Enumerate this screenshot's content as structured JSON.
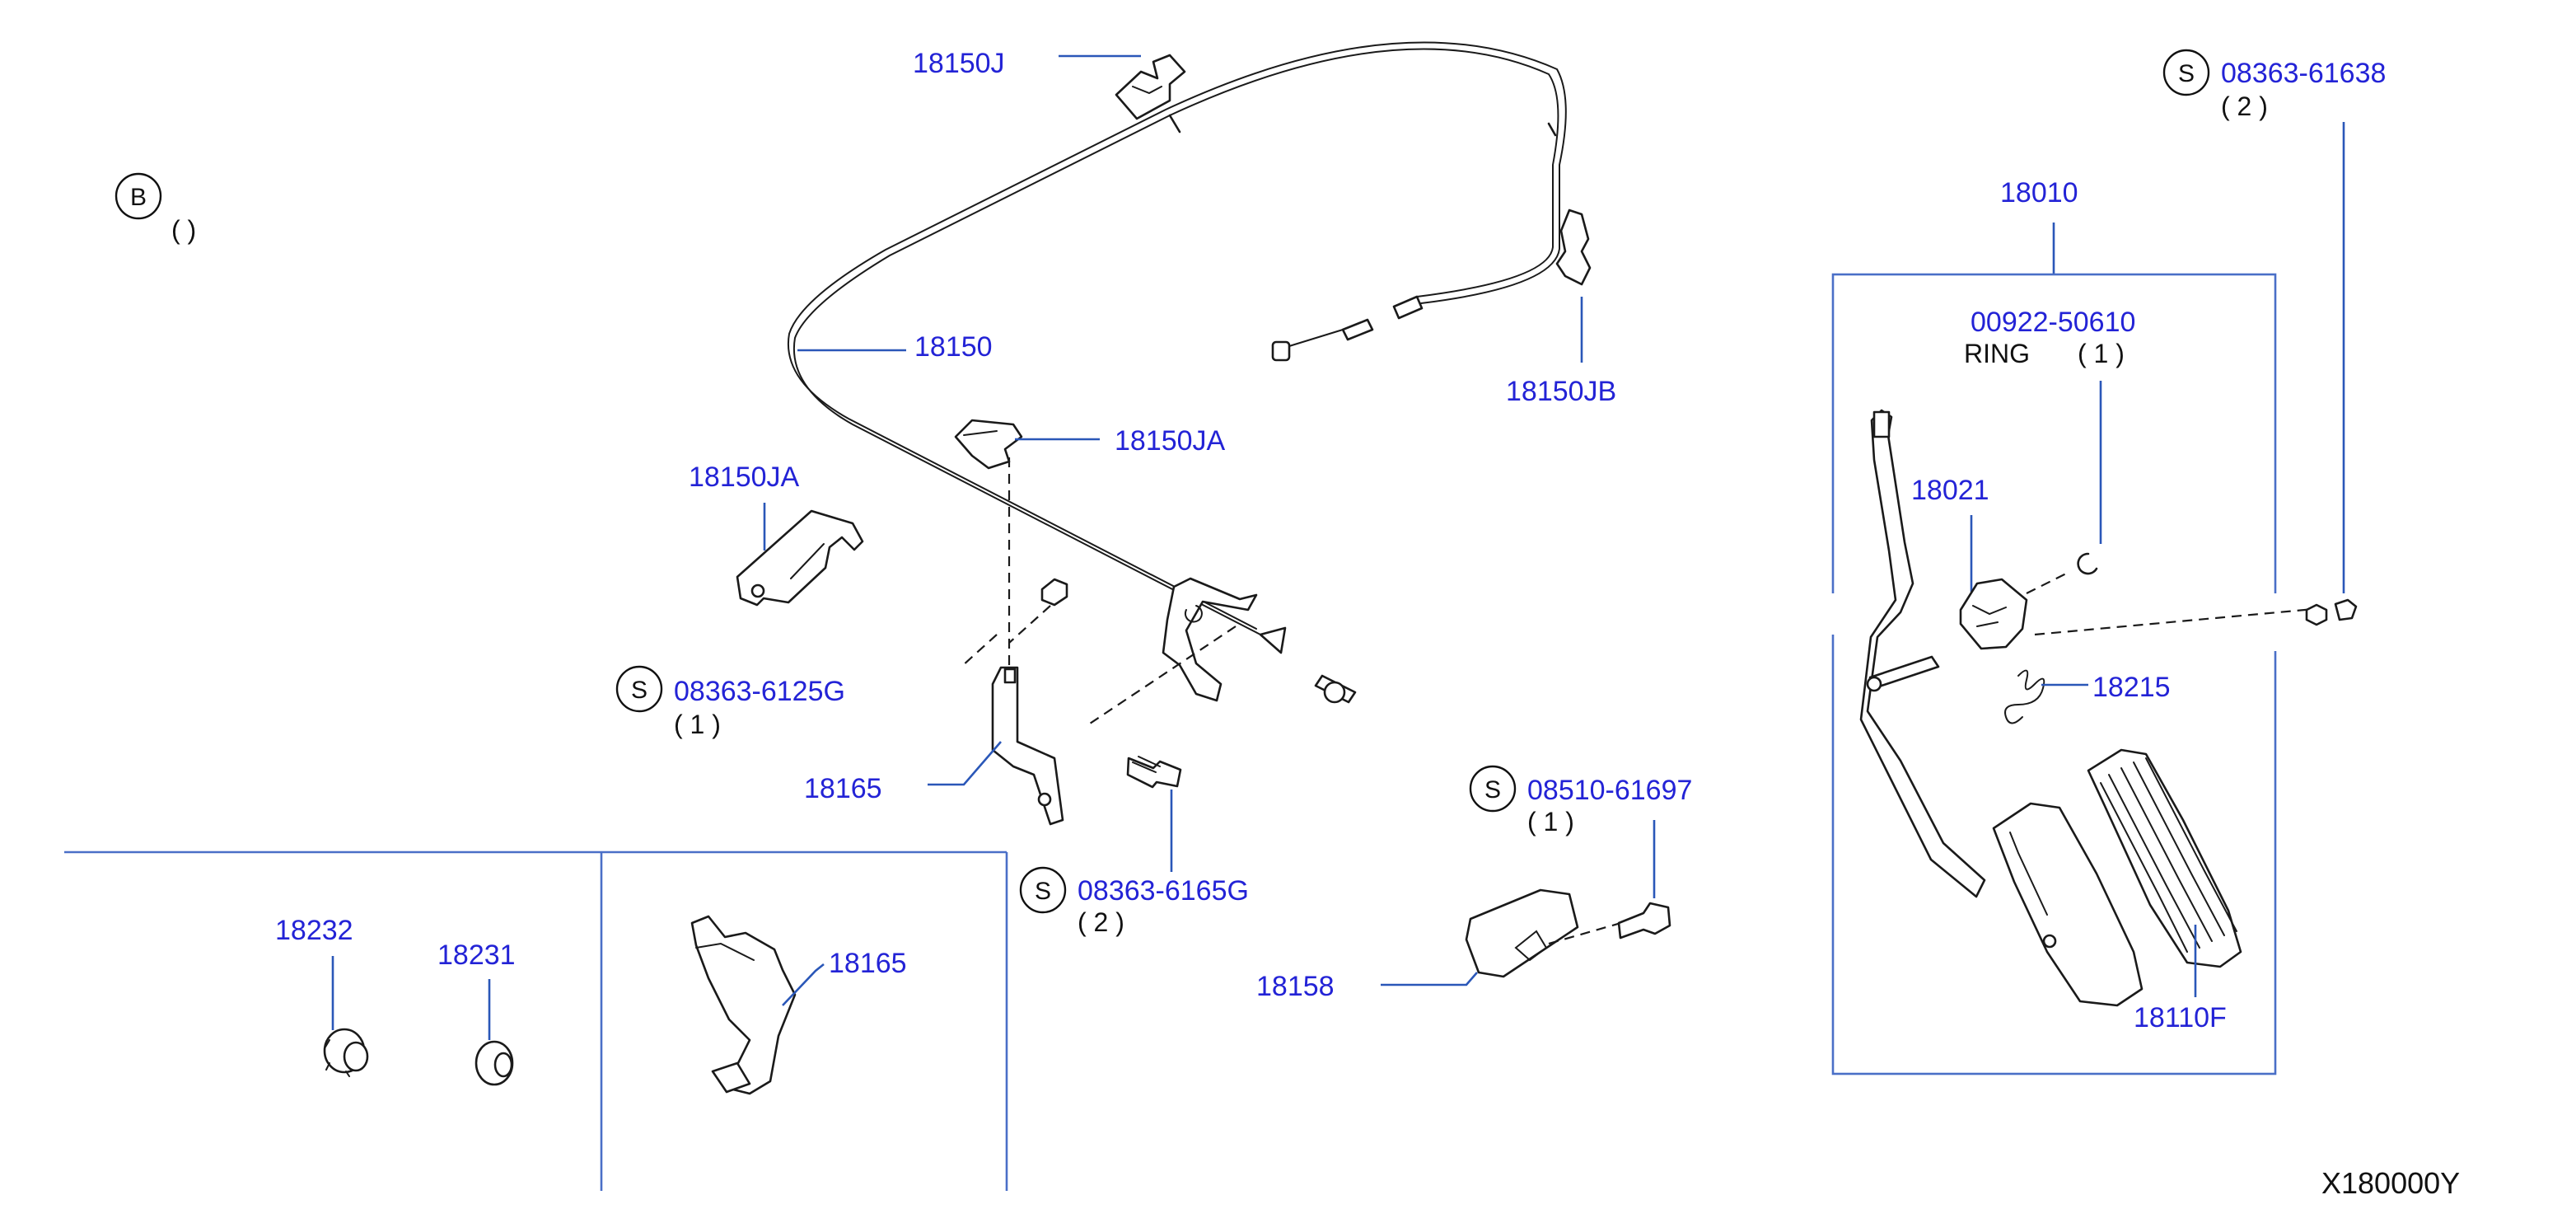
{
  "diagram": {
    "code": "X180000Y",
    "legend": {
      "symbol": "B",
      "qty": "( )"
    },
    "parts": {
      "p18150J": "18150J",
      "p18150": "18150",
      "p18150JA_top": "18150JA",
      "p18150JA_left": "18150JA",
      "p18150JB": "18150JB",
      "p18165_main": "18165",
      "p18165_box": "18165",
      "p18158": "18158",
      "p18232": "18232",
      "p18231": "18231",
      "p18010": "18010",
      "p18021": "18021",
      "p18215": "18215",
      "p18110F": "18110F",
      "p00922": "00922-50610"
    },
    "ring": {
      "label": "RING",
      "qty": "( 1 )"
    },
    "screws": [
      {
        "symbol": "S",
        "part": "08363-61638",
        "qty": "( 2 )"
      },
      {
        "symbol": "S",
        "part": "08363-6125G",
        "qty": "( 1 )"
      },
      {
        "symbol": "S",
        "part": "08363-6165G",
        "qty": "( 2 )"
      },
      {
        "symbol": "S",
        "part": "08510-61697",
        "qty": "( 1 )"
      }
    ]
  }
}
